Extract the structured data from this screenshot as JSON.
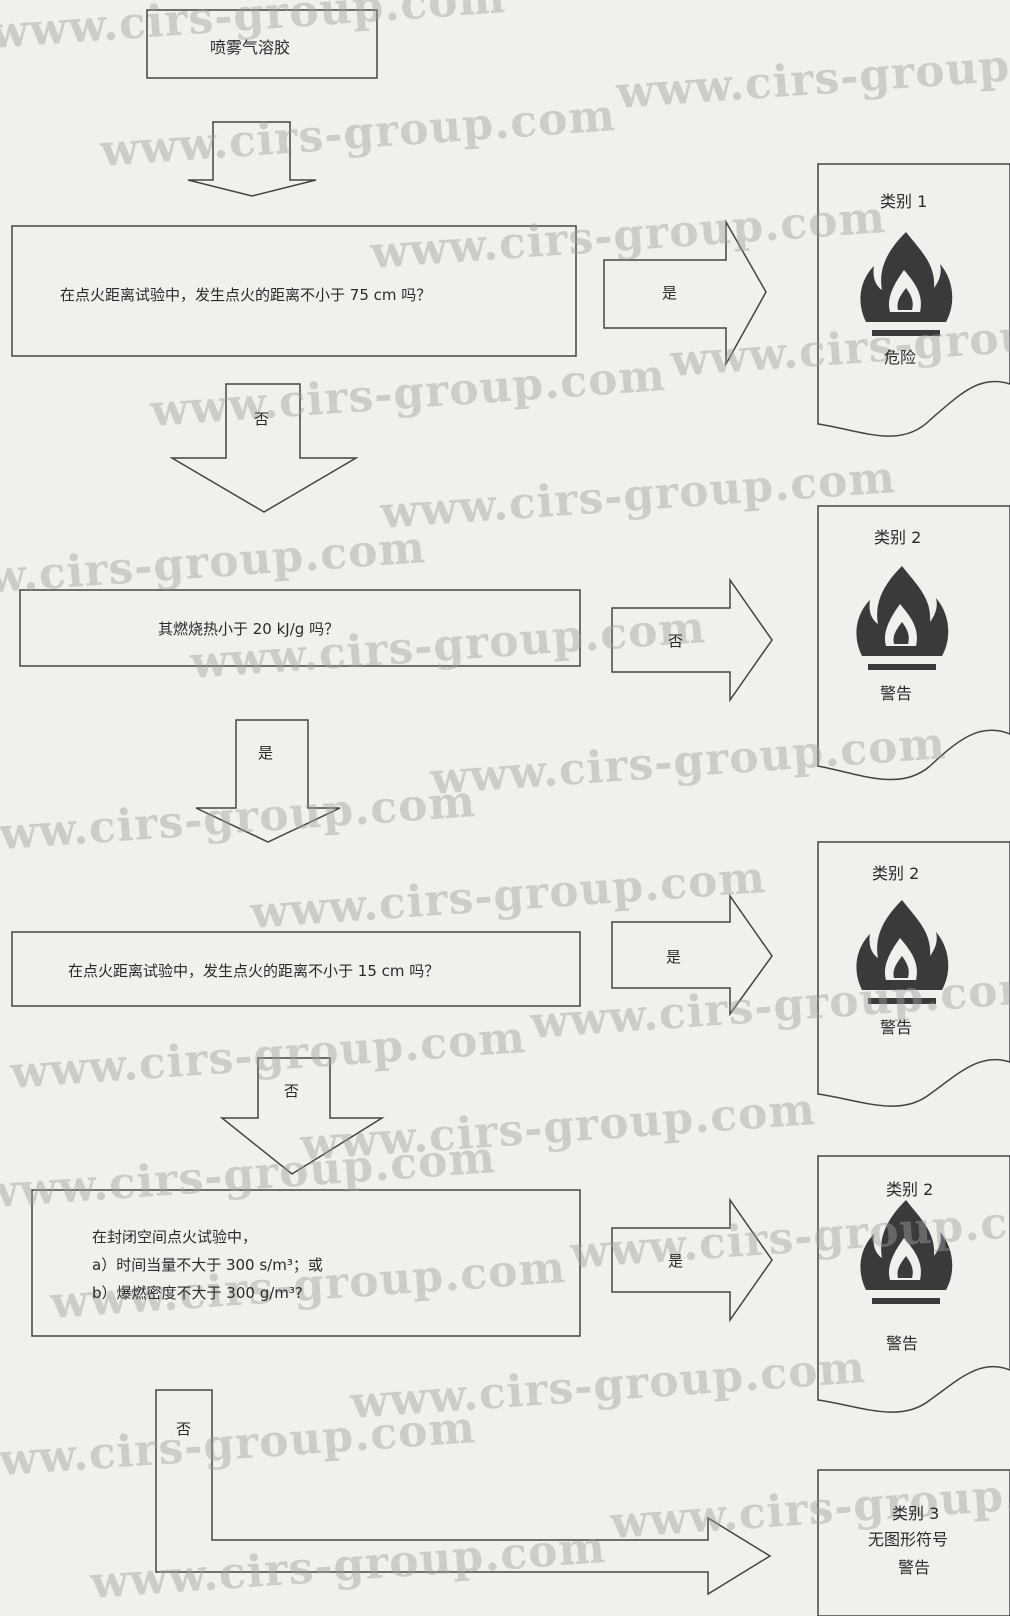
{
  "watermark": "www.cirs-group.com",
  "start": {
    "label": "喷雾气溶胶"
  },
  "questions": [
    {
      "text": "在点火距离试验中，发生点火的距离不小于 75 cm 吗？"
    },
    {
      "text": "其燃烧热小于 20 kJ/g 吗？"
    },
    {
      "text": "在点火距离试验中，发生点火的距离不小于 15 cm 吗？"
    },
    {
      "lines": [
        "在封闭空间点火试验中，",
        "a）时间当量不大于 300 s/m³；或",
        "b）爆燃密度不大于 300 g/m³?"
      ]
    }
  ],
  "arrow_labels": {
    "q1_yes": "是",
    "q1_no": "否",
    "q2_no": "否",
    "q2_yes": "是",
    "q3_yes": "是",
    "q3_no": "否",
    "q4_yes": "是",
    "q4_no": "否"
  },
  "results": [
    {
      "category": "类别 1",
      "signal": "危险",
      "pictogram": "flame-icon"
    },
    {
      "category": "类别 2",
      "signal": "警告",
      "pictogram": "flame-icon"
    },
    {
      "category": "类别 2",
      "signal": "警告",
      "pictogram": "flame-icon"
    },
    {
      "category": "类别 2",
      "signal": "警告",
      "pictogram": "flame-icon"
    },
    {
      "category": "类别 3",
      "pictogram_note": "无图形符号",
      "signal": "警告"
    }
  ]
}
